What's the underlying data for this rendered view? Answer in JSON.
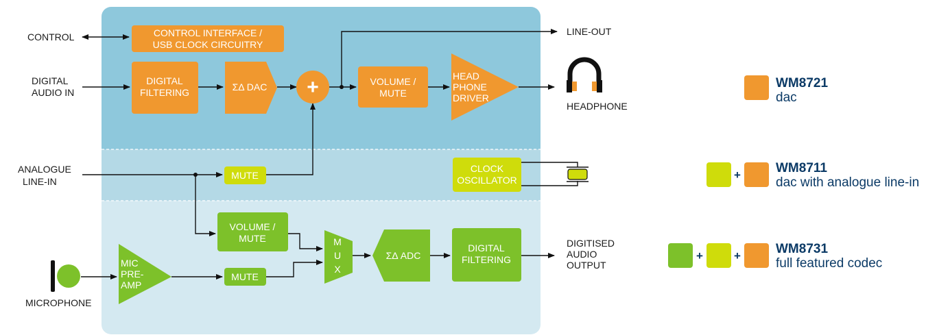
{
  "colors": {
    "dac_region": "#8ec8dc",
    "linein_region": "#b4d9e6",
    "codec_region": "#d4e9f1",
    "orange": "#f0982f",
    "yellow_green": "#cfdc0b",
    "green": "#7dc12a",
    "legend_text": "#0b3a66",
    "wire": "#111111"
  },
  "inputs": {
    "control": "CONTROL",
    "digital_audio_in": [
      "DIGITAL",
      "AUDIO IN"
    ],
    "analogue_line_in": [
      "ANALOGUE",
      "LINE-IN"
    ],
    "microphone": "MICROPHONE"
  },
  "outputs": {
    "line_out": "LINE-OUT",
    "headphone": "HEADPHONE",
    "digitised_audio_output": [
      "DIGITISED",
      "AUDIO",
      "OUTPUT"
    ]
  },
  "blocks": {
    "control_interface": [
      "CONTROL INTERFACE /",
      "USB CLOCK CIRCUITRY"
    ],
    "digital_filtering_dac": [
      "DIGITAL",
      "FILTERING"
    ],
    "sigma_delta_dac": "ΣΔ DAC",
    "summer_symbol": "+",
    "volume_mute_dac": [
      "VOLUME /",
      "MUTE"
    ],
    "headphone_driver": [
      "HEAD",
      "PHONE",
      "DRIVER"
    ],
    "mute_linein": "MUTE",
    "clock_oscillator": [
      "CLOCK",
      "OSCILLATOR"
    ],
    "volume_mute_adc": [
      "VOLUME /",
      "MUTE"
    ],
    "mic_preamp": [
      "MIC",
      "PRE-",
      "AMP"
    ],
    "mute_mic": "MUTE",
    "mux": [
      "M",
      "U",
      "X"
    ],
    "sigma_delta_adc": "ΣΔ ADC",
    "digital_filtering_adc": [
      "DIGITAL",
      "FILTERING"
    ]
  },
  "legend": [
    {
      "title": "WM8721",
      "subtitle": "dac",
      "plus": "+"
    },
    {
      "title": "WM8711",
      "subtitle": "dac with analogue line-in",
      "plus": "+"
    },
    {
      "title": "WM8731",
      "subtitle": "full featured codec",
      "plus": "+"
    }
  ]
}
